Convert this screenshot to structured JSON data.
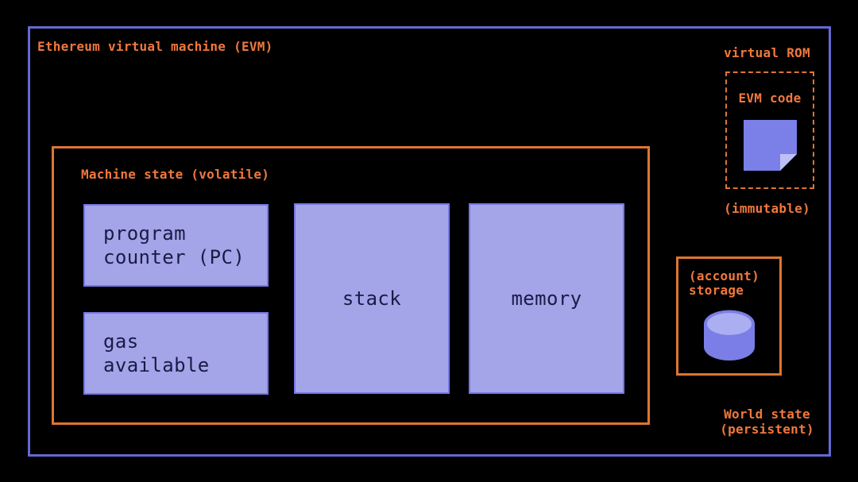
{
  "colors": {
    "background": "#000000",
    "evm_border": "#6568D2",
    "orange_text": "#F0783C",
    "orange_border": "#DE7531",
    "box_fill": "#A4A4E9",
    "box_border": "#7578E6",
    "box_text": "#191B45",
    "note_fill": "#7B7FE8",
    "note_fold": "#BDC0F5",
    "cylinder_body": "#7A7EE6",
    "cylinder_top": "#ABAEF0"
  },
  "evm": {
    "title": "Ethereum virtual machine (EVM)",
    "machine_state": {
      "label": "Machine state (volatile)",
      "program_counter": {
        "line1": "program",
        "line2": "counter (PC)"
      },
      "gas_available": {
        "line1": "gas",
        "line2": "available"
      },
      "stack": {
        "label": "stack"
      },
      "memory": {
        "label": "memory"
      }
    }
  },
  "virtual_rom": {
    "label": "virtual ROM",
    "evm_code_label": "EVM code",
    "icon": "sticky-note-icon",
    "caption": "(immutable)"
  },
  "account_storage": {
    "line1": "(account)",
    "line2": "storage",
    "icon": "database-cylinder-icon"
  },
  "world_state": {
    "line1": "World state",
    "line2": "(persistent)"
  }
}
